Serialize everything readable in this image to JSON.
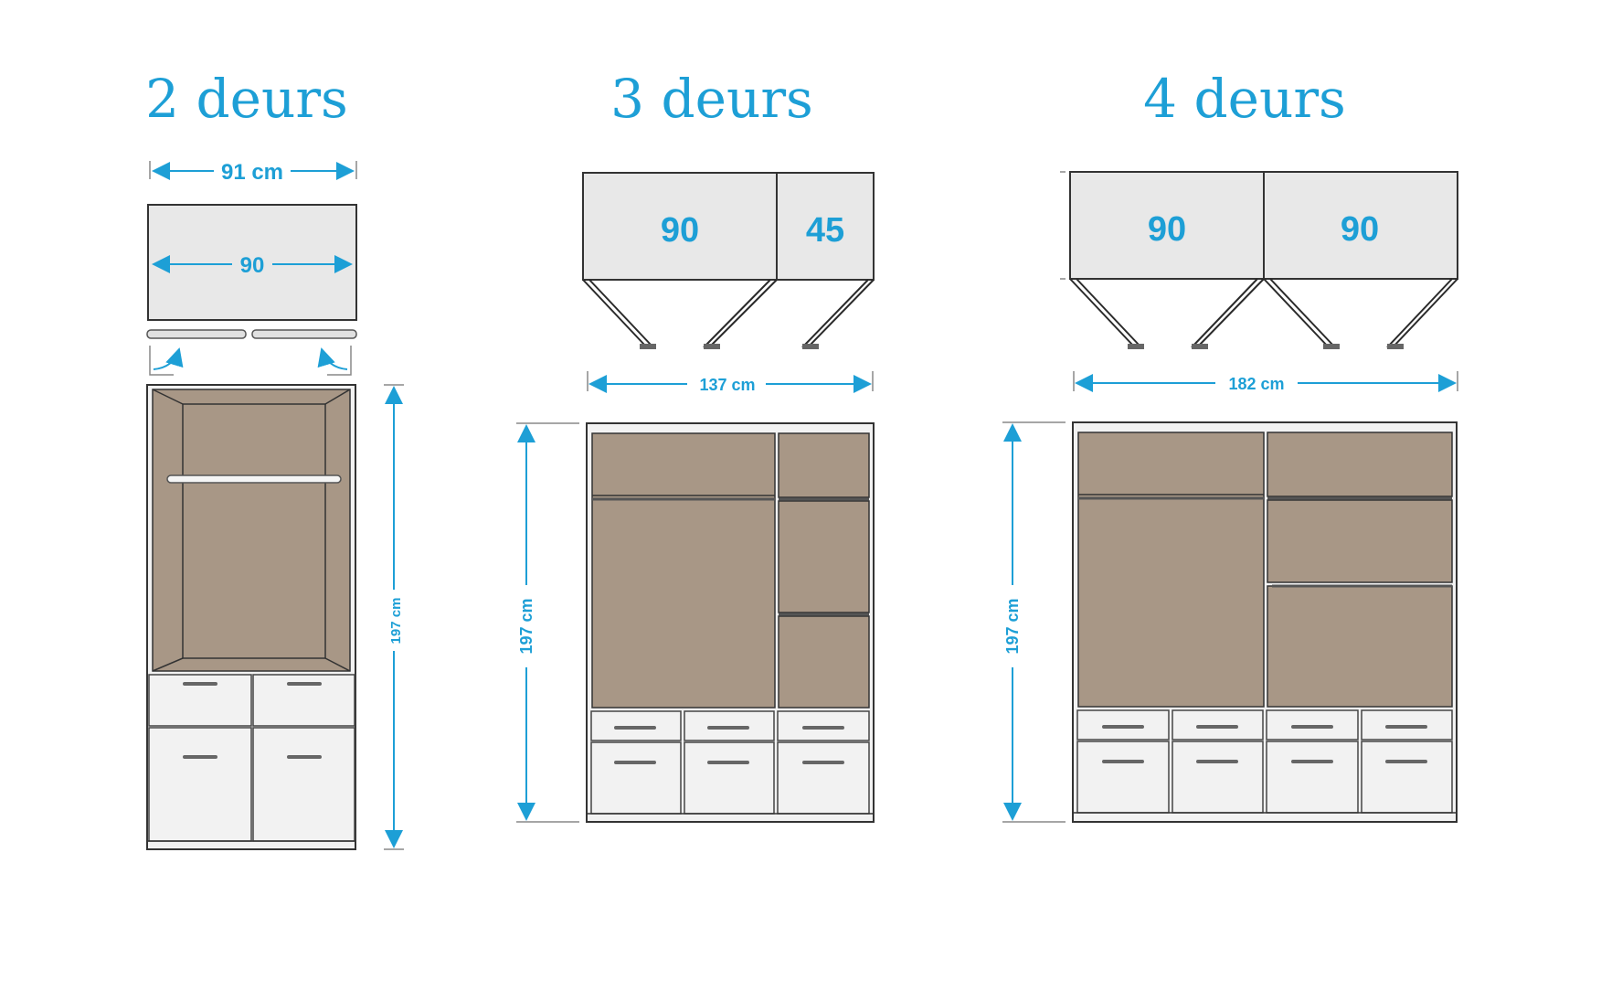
{
  "wardrobes": [
    {
      "title": "2 deurs",
      "width_label": "91 cm",
      "inner_label": "90",
      "height_label": "197 cm"
    },
    {
      "title": "3 deurs",
      "width_label": "137 cm",
      "panel_labels": [
        "90",
        "45"
      ],
      "height_label": "197 cm"
    },
    {
      "title": "4 deurs",
      "width_label": "182 cm",
      "panel_labels": [
        "90",
        "90"
      ],
      "height_label": "197 cm"
    }
  ],
  "colors": {
    "accent": "#1d9fd6",
    "interior": "#a89786",
    "panel": "#e8e8e8",
    "carcass": "#f2f2f2"
  }
}
